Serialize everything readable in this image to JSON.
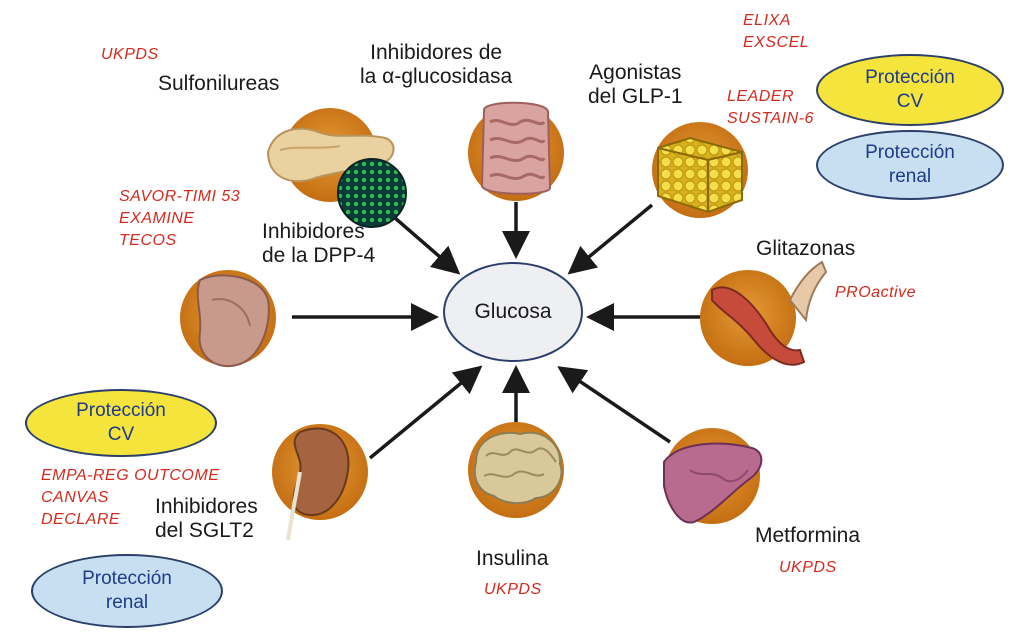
{
  "center": {
    "label": "Glucosa"
  },
  "groups": {
    "sulfonilureas": {
      "label": "Sulfonilureas",
      "trials": [
        "UKPDS"
      ]
    },
    "alfa_glucosidasa": {
      "label_lines": [
        "Inhibidores de",
        "la α-glucosidasa"
      ]
    },
    "glp1": {
      "label_lines": [
        "Agonistas",
        "del GLP-1"
      ],
      "trials_top": [
        "ELIXA",
        "EXSCEL"
      ],
      "trials_bottom": [
        "LEADER",
        "SUSTAIN-6"
      ]
    },
    "dpp4": {
      "label_lines": [
        "Inhibidores",
        "de la DPP-4"
      ],
      "trials": [
        "SAVOR-TIMI 53",
        "EXAMINE",
        "TECOS"
      ]
    },
    "glitazonas": {
      "label": "Glitazonas",
      "trials": [
        "PROactive"
      ]
    },
    "sglt2": {
      "label_lines": [
        "Inhibidores",
        "del SGLT2"
      ],
      "trials": [
        "EMPA-REG OUTCOME",
        "CANVAS",
        "DECLARE"
      ]
    },
    "insulina": {
      "label": "Insulina",
      "trials": [
        "UKPDS"
      ]
    },
    "metformina": {
      "label": "Metformina",
      "trials": [
        "UKPDS"
      ]
    }
  },
  "badges": {
    "cv_right": [
      "Protección",
      "CV"
    ],
    "renal_right": [
      "Protección",
      "renal"
    ],
    "cv_left": [
      "Protección",
      "CV"
    ],
    "renal_left": [
      "Protección",
      "renal"
    ]
  },
  "colors": {
    "organ_circle": "#d47f1a",
    "arrow": "#1a1a1a",
    "trial_text": "#d42a1e",
    "cv_badge": "#f4e43b",
    "renal_badge": "#c7dff0",
    "center_fill": "#eeeff3"
  },
  "icons": [
    "pancreas-icon",
    "pancreas-islets-icon",
    "intestine-icon",
    "adipose-tissue-icon",
    "stomach-icon",
    "arm-muscle-icon",
    "kidney-icon",
    "brain-icon",
    "liver-icon"
  ]
}
